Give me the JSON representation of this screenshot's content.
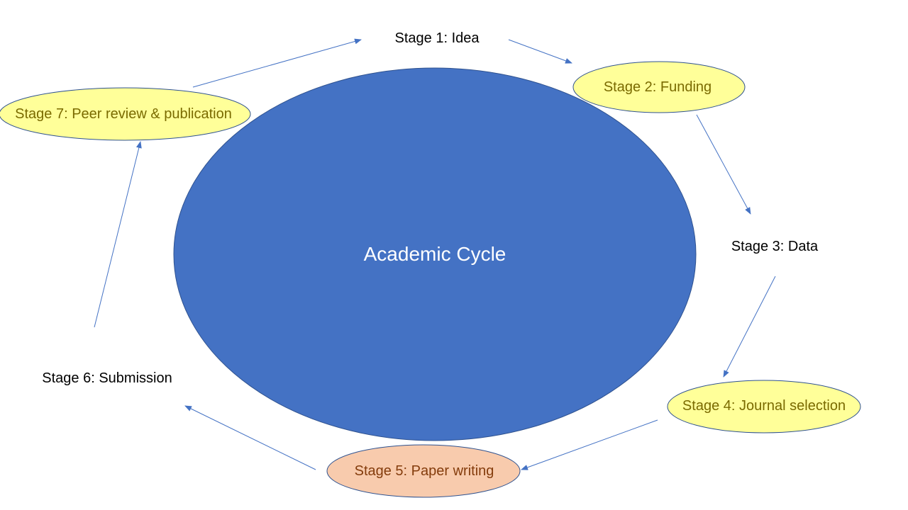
{
  "colors": {
    "center_fill": "#4472c4",
    "center_stroke": "#2f528f",
    "stage_fill_yellow": "#ffff99",
    "stage_fill_peach": "#f8cbad",
    "stage_stroke": "#2f528f",
    "arrow": "#4472c4",
    "center_text": "#ffffff"
  },
  "center": {
    "title": "Academic Cycle"
  },
  "stages": [
    {
      "id": "stage-1",
      "label": "Stage 1: Idea",
      "shape": "none"
    },
    {
      "id": "stage-2",
      "label": "Stage 2: Funding",
      "shape": "ellipse",
      "fill": "yellow"
    },
    {
      "id": "stage-3",
      "label": "Stage 3: Data",
      "shape": "none"
    },
    {
      "id": "stage-4",
      "label": "Stage 4: Journal selection",
      "shape": "ellipse",
      "fill": "yellow"
    },
    {
      "id": "stage-5",
      "label": "Stage 5: Paper writing",
      "shape": "ellipse",
      "fill": "peach"
    },
    {
      "id": "stage-6",
      "label": "Stage 6: Submission",
      "shape": "none"
    },
    {
      "id": "stage-7",
      "label": "Stage 7: Peer review & publication",
      "shape": "ellipse",
      "fill": "yellow"
    }
  ],
  "flow": [
    {
      "from": "stage-1",
      "to": "stage-2"
    },
    {
      "from": "stage-2",
      "to": "stage-3"
    },
    {
      "from": "stage-3",
      "to": "stage-4"
    },
    {
      "from": "stage-4",
      "to": "stage-5"
    },
    {
      "from": "stage-5",
      "to": "stage-6"
    },
    {
      "from": "stage-6",
      "to": "stage-7"
    },
    {
      "from": "stage-7",
      "to": "stage-1"
    }
  ]
}
